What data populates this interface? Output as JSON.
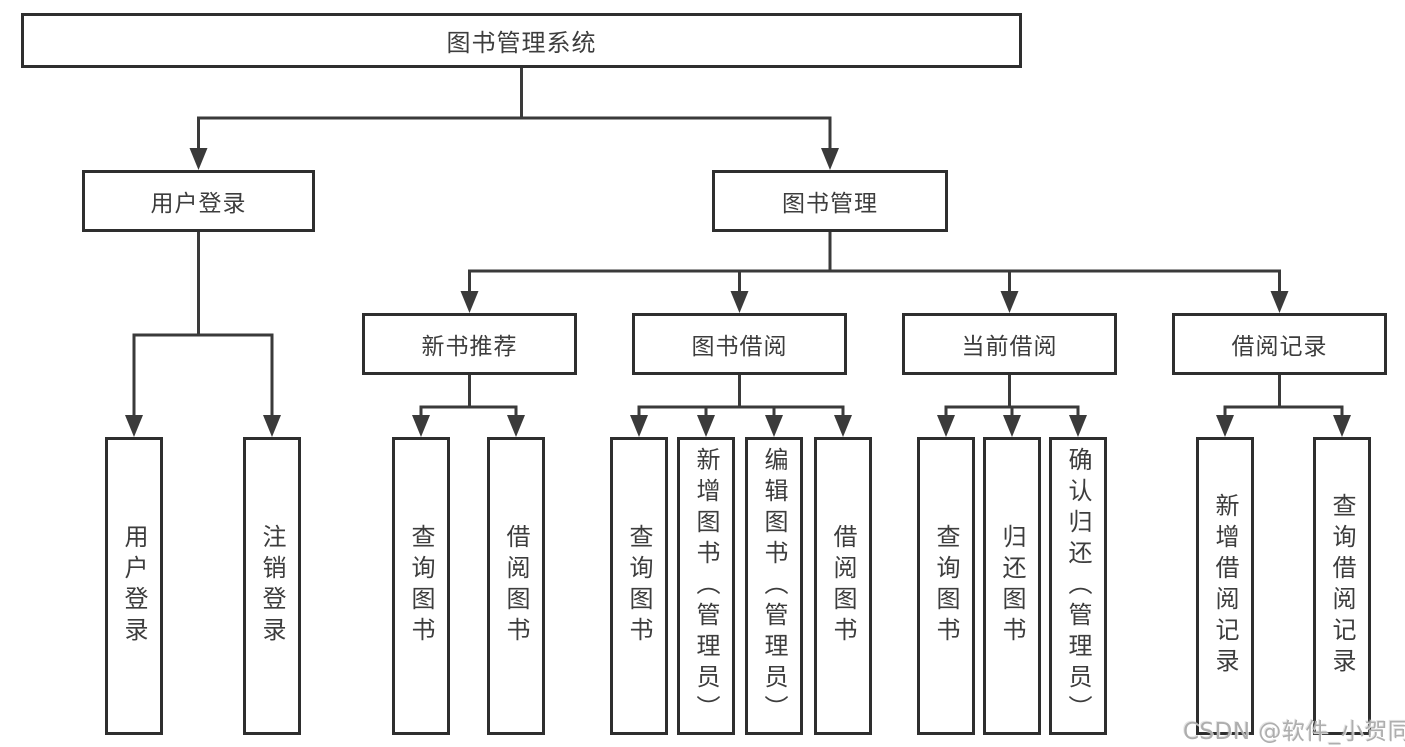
{
  "diagram": {
    "root": "图书管理系统",
    "branches": [
      {
        "label": "用户登录",
        "children": [
          "用户登录",
          "注销登录"
        ]
      },
      {
        "label": "图书管理"
      }
    ],
    "modules": [
      {
        "label": "新书推荐",
        "children": [
          "查询图书",
          "借阅图书"
        ]
      },
      {
        "label": "图书借阅",
        "children": [
          "查询图书",
          "新增图书（管理员）",
          "编辑图书（管理员）",
          "借阅图书"
        ]
      },
      {
        "label": "当前借阅",
        "children": [
          "查询图书",
          "归还图书",
          "确认归还（管理员）"
        ]
      },
      {
        "label": "借阅记录",
        "children": [
          "新增借阅记录",
          "查询借阅记录"
        ]
      }
    ]
  },
  "watermark": "CSDN @软件_小贺同学",
  "colors": {
    "line": "#3a3a3a",
    "box_border": "#2e2e2e",
    "text": "#3d3d3d",
    "watermark": "#aeaeae",
    "background": "#ffffff"
  }
}
